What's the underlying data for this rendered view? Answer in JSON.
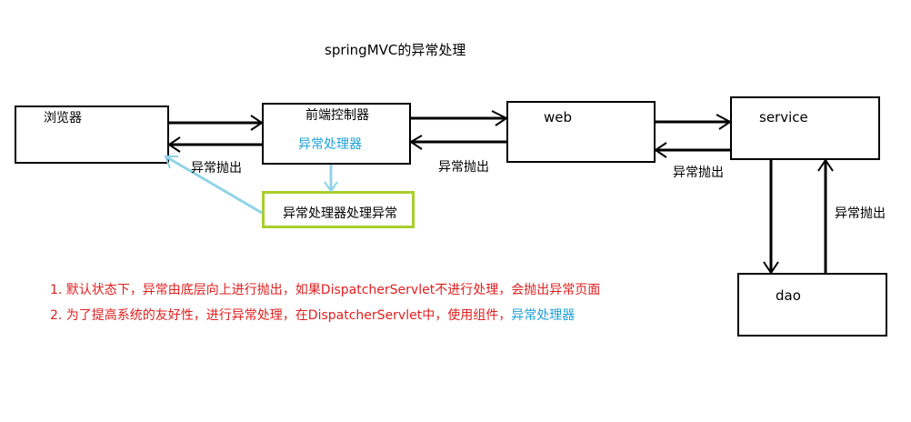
{
  "title": "springMVC的异常处理",
  "nodes": {
    "browser": "浏览器",
    "front_controller": "前端控制器",
    "exception_handler": "异常处理器",
    "web": "web",
    "service": "service",
    "dao": "dao",
    "handler_box": "异常处理器处理异常"
  },
  "edge_labels": {
    "throw_1": "异常抛出",
    "throw_2": "异常抛出",
    "throw_3": "异常抛出",
    "throw_4": "异常抛出"
  },
  "notes": {
    "n1": "1. 默认状态下，异常由底层向上进行抛出，如果DispatcherServlet不进行处理，会抛出异常页面",
    "n2_prefix": "2. 为了提高系统的友好性，进行异常处理，在DispatcherServlet中，使用组件，",
    "n2_highlight": "异常处理器"
  },
  "colors": {
    "stroke": "#000000",
    "note_text": "#e02020",
    "highlight": "#1fa0d8",
    "handler_box_border": "#a8cf2c",
    "handler_arrow": "#8fd3e8"
  }
}
